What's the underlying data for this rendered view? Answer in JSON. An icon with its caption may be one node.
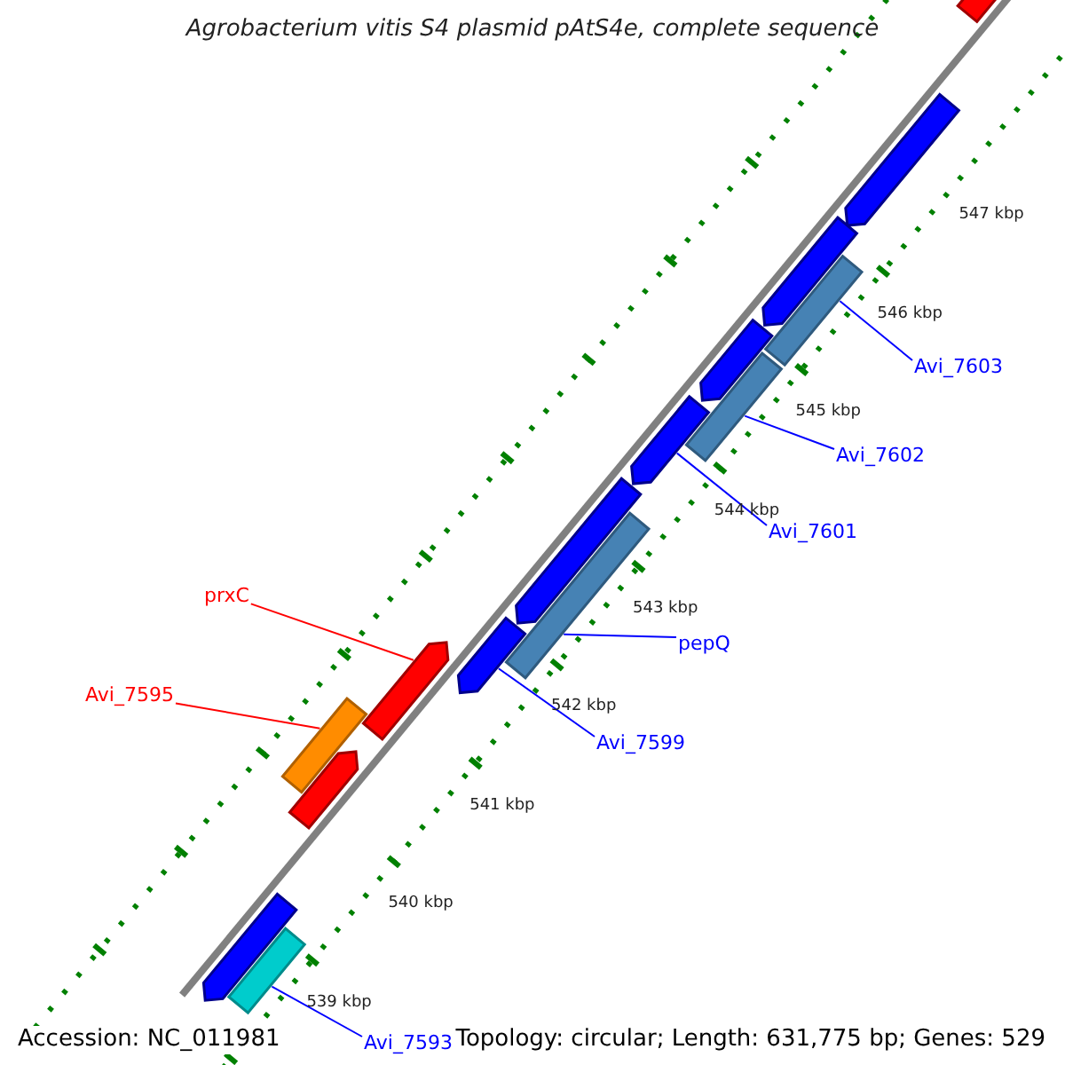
{
  "diagram": {
    "title": "Agrobacterium vitis S4 plasmid pAtS4e, complete sequence",
    "nodes": [
      {
        "text": [
          "Avi_7603"
        ]
      },
      {
        "text": [],
        "shape": "bar"
      },
      {
        "text": [
          "Avi_7602"
        ]
      },
      {
        "text": [],
        "shape": "bar"
      },
      {
        "text": [
          "Avi_7601"
        ]
      },
      {
        "text": [],
        "shape": "bar"
      },
      {
        "text": [
          "prxC"
        ]
      },
      {
        "text": [],
        "shape": "bar"
      },
      {
        "text": [
          "pepQ"
        ]
      },
      {
        "text": [],
        "shape": "bar"
      },
      {
        "text": [
          "Avi_7595"
        ]
      },
      {
        "text": [],
        "shape": "bar"
      },
      {
        "text": [
          "Avi_7599"
        ]
      },
      {
        "text": [],
        "shape": "bar"
      },
      {
        "text": [
          "Avi_7593"
        ]
      },
      {
        "text": [],
        "shape": "bar"
      },
      {
        "text": [],
        "shape": "bar"
      },
      {
        "text": [],
        "shape": "bar"
      },
      {
        "text": [],
        "shape": "bar"
      },
      {
        "text": [],
        "shape": "bar"
      },
      {
        "text": [],
        "shape": "bar"
      },
      {
        "text": [],
        "shape": "bar"
      },
      {
        "text": [],
        "shape": "bar"
      }
    ],
    "edges": [
      {
        "from": 0,
        "to": 1,
        "arrow": "none"
      },
      {
        "from": 2,
        "to": 3,
        "arrow": "none"
      },
      {
        "from": 4,
        "to": 5,
        "arrow": "none"
      },
      {
        "from": 6,
        "to": 7,
        "arrow": "none",
        "color": "#ff0000"
      },
      {
        "from": 8,
        "to": 9,
        "arrow": "none"
      },
      {
        "from": 10,
        "to": 11,
        "arrow": "none",
        "color": "#ff0000"
      },
      {
        "from": 12,
        "to": 13,
        "arrow": "none"
      },
      {
        "from": 14,
        "to": 15,
        "arrow": "none"
      }
    ],
    "labels": [
      "547 kbp",
      "546 kbp",
      "545 kbp",
      "544 kbp",
      "543 kbp",
      "542 kbp",
      "541 kbp",
      "540 kbp",
      "539 kbp",
      "Accession: NC_011981",
      "Topology: circular; Length: 631,775 bp; Genes: 529"
    ]
  }
}
